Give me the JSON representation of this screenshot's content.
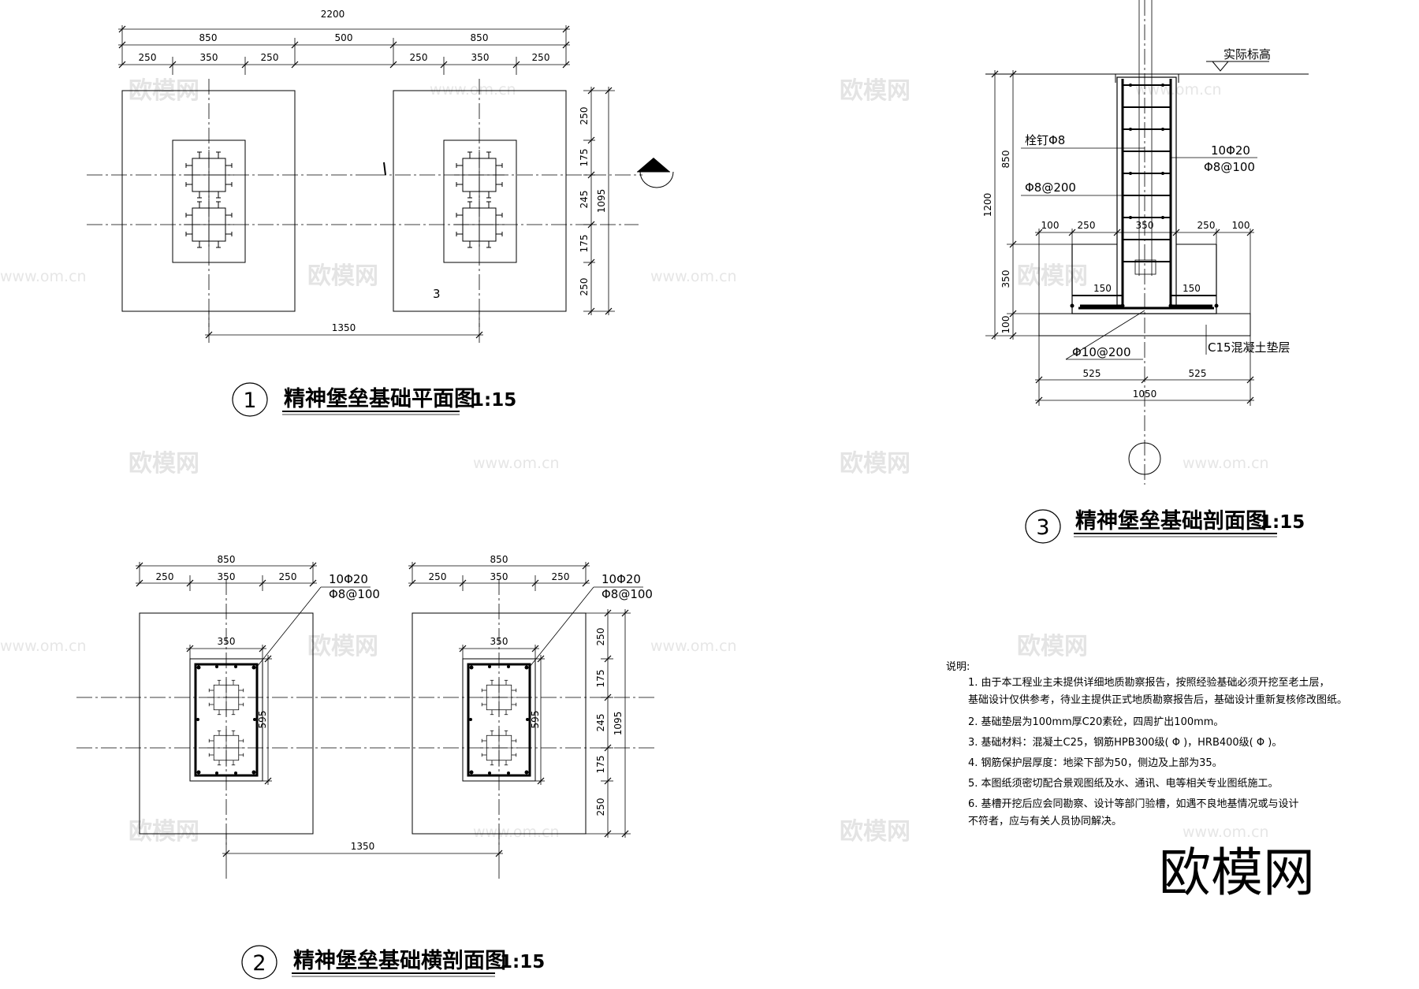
{
  "watermark": {
    "brand": "欧模网",
    "url": "www.om.cn"
  },
  "plan_view": {
    "title": "精神堡垒基础平面图",
    "scale": "1:15",
    "circle_no": "1",
    "dims_top": {
      "overall": "2200",
      "left_width": "850",
      "gap": "500",
      "right_width": "850",
      "side": "250",
      "middle": "350"
    },
    "dims_right": {
      "overall": "1095",
      "edge": "250",
      "upper": "175",
      "middle": "245",
      "lower": "175"
    },
    "dim_bottom": "1350",
    "section_mark": "3"
  },
  "cross_section": {
    "title": "精神堡垒基础横剖面图",
    "scale": "1:15",
    "circle_no": "2",
    "dims_top": {
      "width": "850",
      "side": "250",
      "middle": "350"
    },
    "column_width": "350",
    "column_height": "595",
    "rebar_main": "10Φ20",
    "rebar_stirrup": "Φ8@100",
    "dims_right": {
      "overall": "1095",
      "edge": "250",
      "upper": "175",
      "middle": "245",
      "lower": "175"
    },
    "dim_bottom": "1350"
  },
  "section_view": {
    "title": "精神堡垒基础剖面图",
    "scale": "1:15",
    "circle_no": "3",
    "elevation_label": "实际标高",
    "bolt_label": "栓钉Φ8",
    "rebar_main": "10Φ20",
    "rebar_stirrup": "Φ8@100",
    "base_rebar": "Φ8@200",
    "bottom_rebar": "Φ10@200",
    "cushion_label": "C15混凝土垫层",
    "dims_left": {
      "total": "1200",
      "upper": "850",
      "base": "350",
      "cushion": "100"
    },
    "dims_top": {
      "ext": "100",
      "side": "250",
      "middle": "350"
    },
    "hook": "150",
    "dims_bottom": {
      "half": "525",
      "total": "1050"
    }
  },
  "notes": {
    "heading": "说明:",
    "items": [
      "1.  由于本工程业主未提供详细地质勘察报告，按照经验基础必须开挖至老土层，",
      "     基础设计仅供参考，待业主提供正式地质勘察报告后，基础设计重新复核修改图纸。",
      "2.  基础垫层为100mm厚C20素砼，四周扩出100mm。",
      "3.  基础材料：混凝土C25，钢筋HPB300级( Φ )，HRB400级( Φ )。",
      "4.  钢筋保护层厚度：地梁下部为50，侧边及上部为35。",
      "5.  本图纸须密切配合景观图纸及水、通讯、电等相关专业图纸施工。",
      "6.  基槽开挖后应会同勘察、设计等部门验槽，如遇不良地基情况或与设计",
      "     不符者，应与有关人员协同解决。"
    ]
  }
}
